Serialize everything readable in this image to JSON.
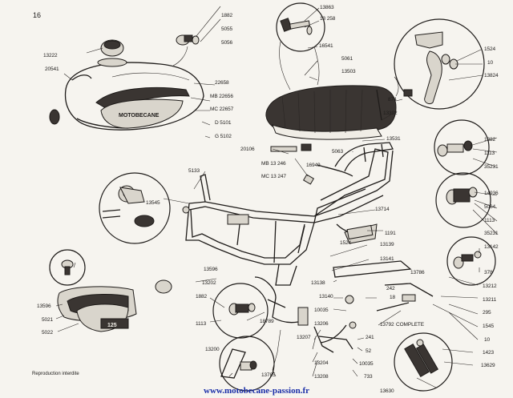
{
  "page": {
    "number": "16",
    "footer_note": "Reproduction interdite",
    "url": "www.motobecane-passion.fr"
  },
  "parts": {
    "p13863": "13863",
    "p13258": "13 258",
    "p16541": "16541",
    "p5061": "5061",
    "p13503": "13503",
    "p874": "874",
    "p13392": "13392",
    "p1882a": "1882",
    "p5055": "5055",
    "p5056": "5056",
    "p13222": "13222",
    "p20541": "20541",
    "p22658": "22658",
    "p22656": "MB 22656",
    "p22657": "MC 22657",
    "p5101": "D 5101",
    "p5102": "G 5102",
    "p1524a": "1524",
    "p10a": "10",
    "p13824": "13824",
    "p1882b": "1882",
    "p1113a": "1113",
    "p35231a": "35231",
    "p14936": "14936",
    "p5064": "5064",
    "p1113b": "1113",
    "p35231b": "35231",
    "p13531": "13531",
    "p20106": "20106",
    "p5063": "5063",
    "p13246": "MB 13 246",
    "p13247": "MC 13 247",
    "p16949": "16949",
    "p5133": "5133",
    "p13545": "13545",
    "p13714": "13714",
    "p1191": "1191",
    "p1524b": "1524",
    "p13139": "13139",
    "p13141": "13141",
    "p13142": "13142",
    "p378": "378",
    "p13786": "13786",
    "p13212": "13212",
    "p13211": "13211",
    "p295": "295",
    "p1545": "1545",
    "p10b": "10",
    "p1423": "1423",
    "p13629": "13629",
    "p13630": "13630",
    "p13596a": "13596",
    "p13202": "13202",
    "p13596b": "13596",
    "p5021": "5021",
    "p5022": "5022",
    "p1882c": "1882",
    "p1113c": "1113",
    "p18789": "18789",
    "p13200": "13200",
    "p13785": "13785",
    "p13138": "13138",
    "p13140": "13140",
    "p10035a": "10035",
    "p13206": "13206",
    "p13207": "13207",
    "p13204": "13204",
    "p13208": "13208",
    "p242": "242",
    "p18": "18",
    "p13792": "13792",
    "complete": "COMPLETE",
    "p241": "241",
    "p52": "52",
    "p10035b": "10035",
    "p733": "733"
  },
  "tank_logo": "MOTOBECANE",
  "side_cover_logo": "125"
}
